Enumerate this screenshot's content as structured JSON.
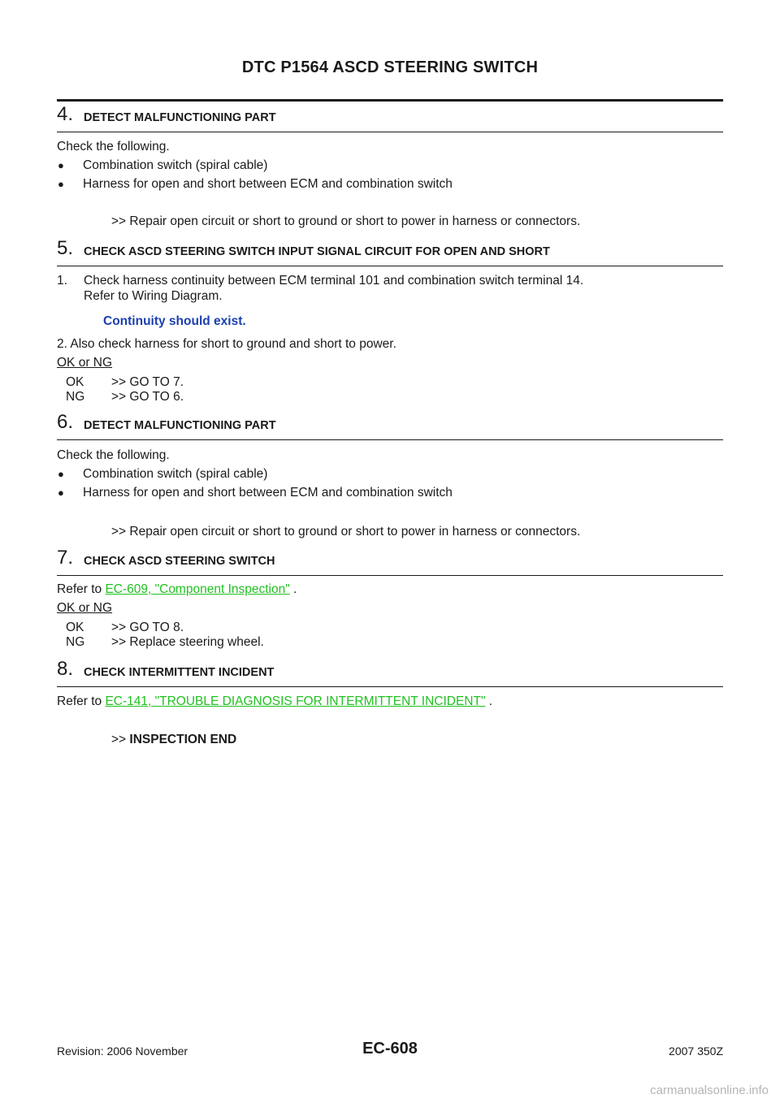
{
  "page_title": "DTC P1564 ASCD STEERING SWITCH",
  "steps": [
    {
      "number": "4.",
      "title": "DETECT MALFUNCTIONING PART",
      "intro": "Check the following.",
      "bullets": [
        "Combination switch (spiral cable)",
        "Harness for open and short between ECM and combination switch"
      ],
      "result": ">> Repair open circuit or short to ground or short to power in harness or connectors."
    },
    {
      "number": "5.",
      "title": "CHECK ASCD STEERING SWITCH INPUT SIGNAL CIRCUIT FOR OPEN AND SHORT",
      "item1_num": "1.",
      "item1_line1": "Check harness continuity between ECM terminal 101 and combination switch terminal 14.",
      "item1_line2": "Refer to Wiring Diagram.",
      "spec": "Continuity should exist.",
      "item2": "2.  Also check harness for short to ground and short to power.",
      "ok_ng_label": "OK or NG",
      "ok_label": "OK",
      "ok_result": ">> GO TO 7.",
      "ng_label": "NG",
      "ng_result": ">> GO TO 6."
    },
    {
      "number": "6.",
      "title": "DETECT MALFUNCTIONING PART",
      "intro": "Check the following.",
      "bullets": [
        "Combination switch (spiral cable)",
        "Harness for open and short between ECM and combination switch"
      ],
      "result": ">> Repair open circuit or short to ground or short to power in harness or connectors."
    },
    {
      "number": "7.",
      "title": "CHECK ASCD STEERING SWITCH",
      "refer_prefix": "Refer to",
      "refer_link": "EC-609, \"Component Inspection\"",
      "refer_suffix": ".",
      "ok_ng_label": "OK or NG",
      "ok_label": "OK",
      "ok_result": ">> GO TO 8.",
      "ng_label": "NG",
      "ng_result": ">> Replace steering wheel."
    },
    {
      "number": "8.",
      "title": "CHECK INTERMITTENT INCIDENT",
      "refer_prefix": "Refer to",
      "refer_link": "EC-141, \"TROUBLE DIAGNOSIS FOR INTERMITTENT INCIDENT\"",
      "refer_suffix": ".",
      "result_arrow": ">>",
      "result_text": "INSPECTION END"
    }
  ],
  "footer": {
    "revision": "Revision: 2006 November",
    "page_number": "EC-608",
    "model": "2007 350Z"
  },
  "watermark": "carmanualsonline.info"
}
